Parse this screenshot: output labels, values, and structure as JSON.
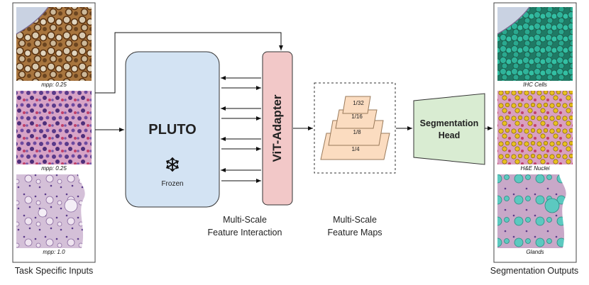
{
  "inputs": {
    "caption": "Task Specific Inputs",
    "tiles": [
      {
        "mpp": "mpp: 0.25"
      },
      {
        "mpp": "mpp: 0.25"
      },
      {
        "mpp": "mpp: 1.0"
      }
    ]
  },
  "backbone": {
    "title": "PLUTO",
    "status": "Frozen",
    "icon": "snowflake-icon"
  },
  "adapter": {
    "title": "ViT-Adapter"
  },
  "interaction_caption": {
    "line1": "Multi-Scale",
    "line2": "Feature Interaction"
  },
  "feature_maps": {
    "scales": [
      "1/32",
      "1/16",
      "1/8",
      "1/4"
    ],
    "caption_line1": "Multi-Scale",
    "caption_line2": "Feature Maps"
  },
  "head": {
    "line1": "Segmentation",
    "line2": "Head"
  },
  "outputs": {
    "caption": "Segmentation Outputs",
    "tiles": [
      {
        "label": "IHC Cells"
      },
      {
        "label": "H&E Nuclei"
      },
      {
        "label": "Glands"
      }
    ]
  },
  "colors": {
    "pluto_fill": "#d3e3f3",
    "adapter_fill": "#f2c8c8",
    "head_fill": "#d9ecd2",
    "map_fill": "#fbdcc0",
    "map_stroke": "#9a7a5a",
    "ihc_brown": "#8a5a30",
    "he_pink": "#d9a0c8",
    "teal_overlay": "#2fb39a",
    "yellow_overlay": "#e8c020"
  }
}
